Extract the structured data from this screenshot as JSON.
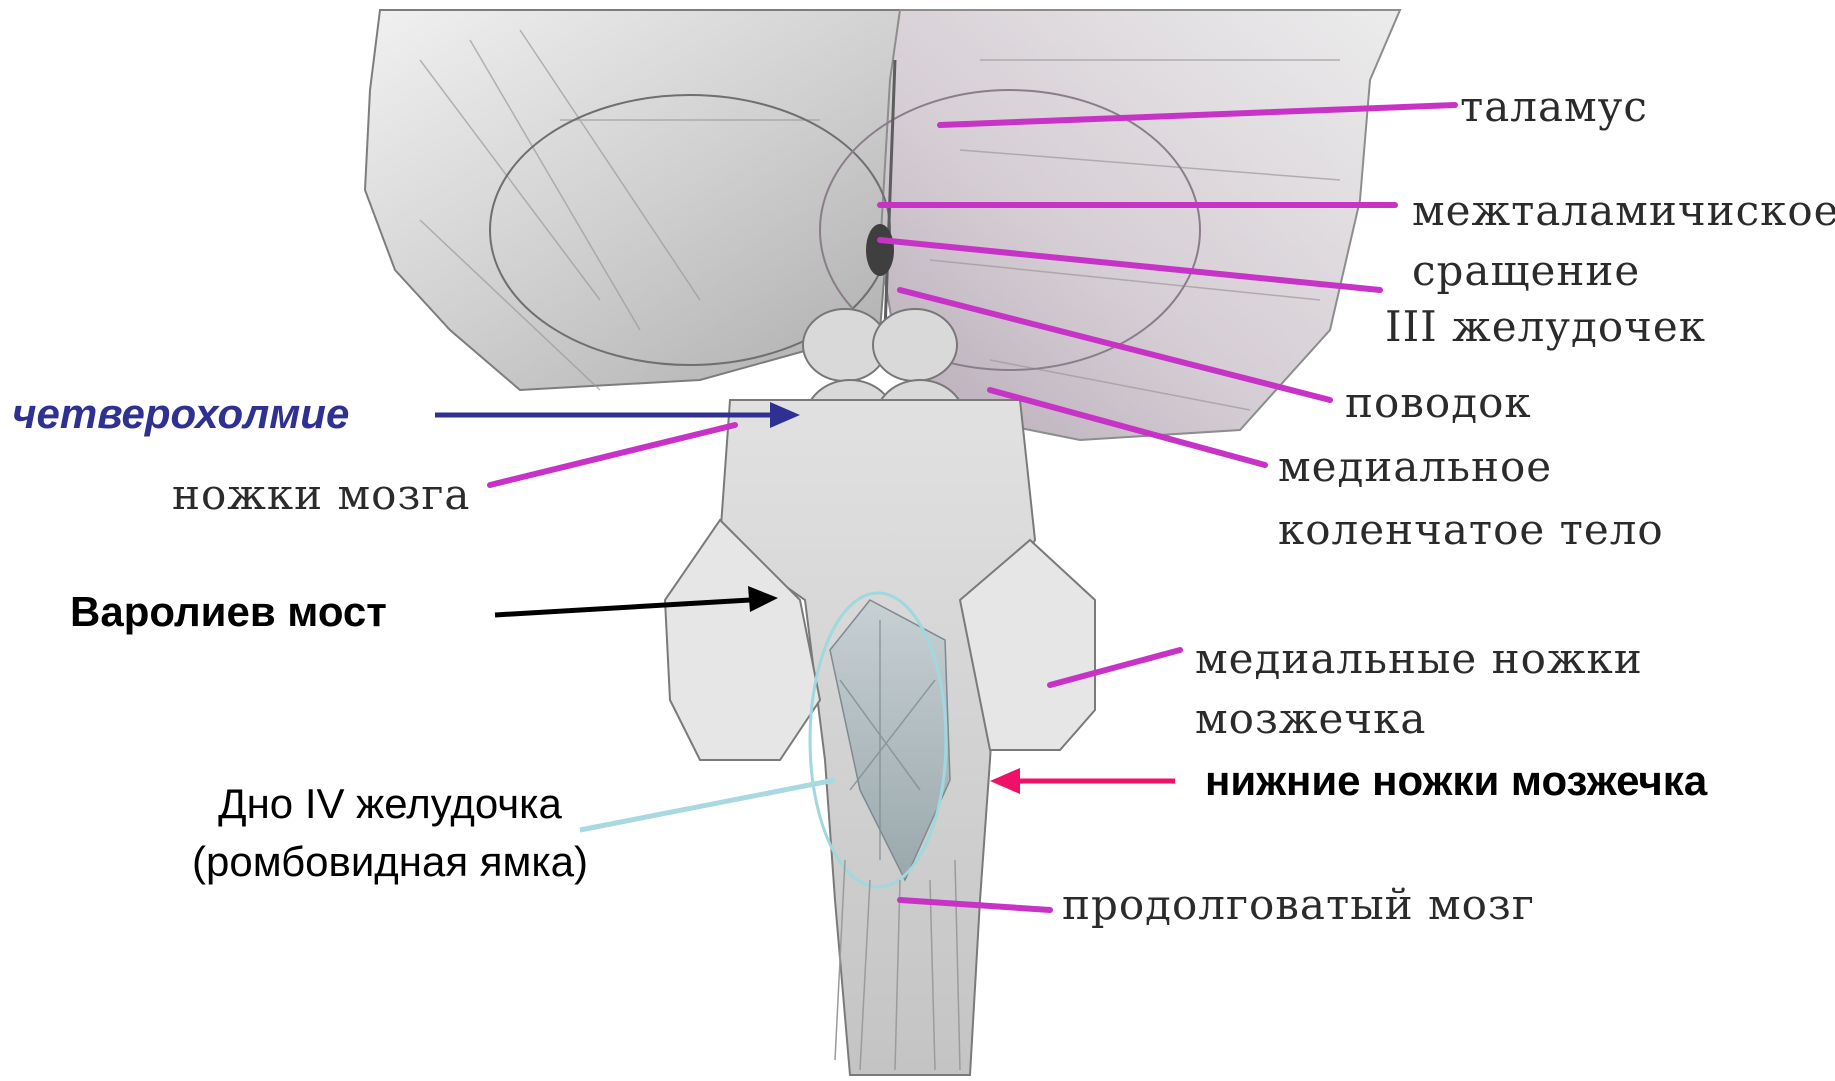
{
  "diagram": {
    "labels": {
      "thalamus": "таламус",
      "interthalamic_line1": "межталамичиское",
      "interthalamic_line2": "сращение",
      "third_ventricle": "III желудочек",
      "habenula": "поводок",
      "medial_geniculate_line1": "медиальное",
      "medial_geniculate_line2": "коленчатое тело",
      "quadrigemina": "четверохолмие",
      "cerebral_peduncles": "ножки мозга",
      "pons": "Варолиев мост",
      "middle_peduncles_line1": "медиальные ножки",
      "middle_peduncles_line2": "мозжечка",
      "inferior_peduncles": "нижние ножки мозжечка",
      "fourth_ventricle_line1": "Дно IV желудочка",
      "fourth_ventricle_line2": "(ромбовидная ямка)",
      "medulla": "продолговатый мозг"
    },
    "colors": {
      "pointer_magenta": "#c733c7",
      "pointer_navy": "#2e3192",
      "pointer_black": "#000000",
      "pointer_red": "#ee1166",
      "pointer_lightblue": "#a8d8e0",
      "quadrigemina_text": "#2e3192",
      "rhomboid_outline": "#9fd8de",
      "tissue_light": "#e4e4e4",
      "tissue_mid": "#bdbdbd",
      "tissue_dark": "#8a8a8a",
      "tissue_pink": "#d7c9d6"
    }
  }
}
